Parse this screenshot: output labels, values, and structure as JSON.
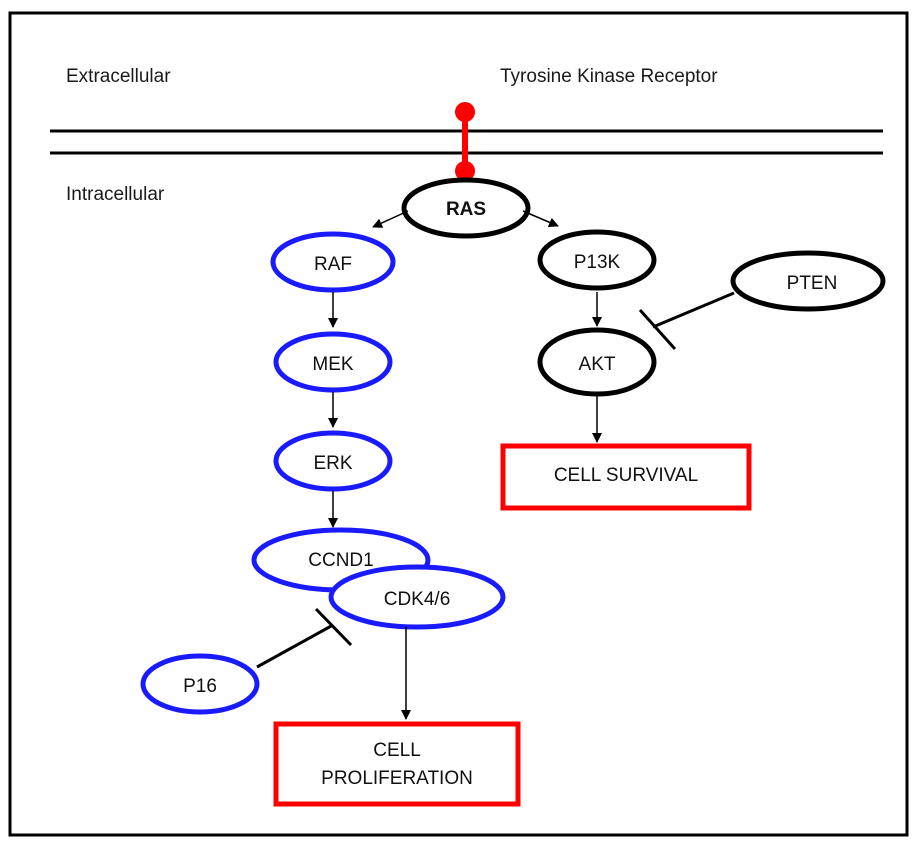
{
  "regions": {
    "extracellular": "Extracellular",
    "intracellular": "Intracellular",
    "receptor": "Tyrosine Kinase Receptor"
  },
  "nodes": {
    "ras": "RAS",
    "raf": "RAF",
    "mek": "MEK",
    "erk": "ERK",
    "ccnd1": "CCND1",
    "cdk46": "CDK4/6",
    "p16": "P16",
    "p13k": "P13K",
    "akt": "AKT",
    "pten": "PTEN"
  },
  "outcomes": {
    "survival": "CELL SURVIVAL",
    "proliferation_line1": "CELL",
    "proliferation_line2": "PROLIFERATION"
  },
  "colors": {
    "frame": "#000000",
    "membrane": "#000000",
    "receptor": "#ff0000",
    "mapk_pathway": "#1a1aff",
    "pi3k_pathway": "#000000",
    "outcome_box": "#ff0000"
  }
}
